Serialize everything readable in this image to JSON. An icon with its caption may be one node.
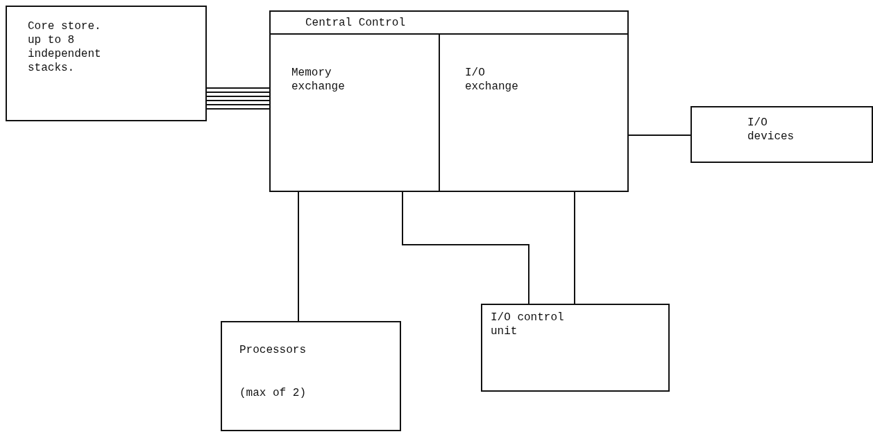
{
  "diagram": {
    "nodes": [
      {
        "text": [
          "Core store. up to 8 independent stacks."
        ]
      },
      {
        "text": [
          "Central Control"
        ]
      },
      {
        "text": [
          "Memory exchange"
        ],
        "in": 1
      },
      {
        "text": [
          "I/O exchange"
        ],
        "in": 1
      },
      {
        "text": [
          "I/O devices"
        ]
      },
      {
        "text": [
          "Processors",
          "(max of 2)"
        ]
      },
      {
        "text": [
          "I/O control unit"
        ]
      }
    ],
    "edges": [
      {
        "from": 0,
        "to": 2,
        "arrow": "none"
      },
      {
        "from": 0,
        "to": 2,
        "arrow": "none"
      },
      {
        "from": 0,
        "to": 2,
        "arrow": "none"
      },
      {
        "from": 0,
        "to": 2,
        "arrow": "none"
      },
      {
        "from": 0,
        "to": 2,
        "arrow": "none"
      },
      {
        "from": 0,
        "to": 2,
        "arrow": "none"
      },
      {
        "from": 3,
        "to": 4,
        "arrow": "none"
      },
      {
        "from": 2,
        "to": 5,
        "arrow": "none"
      },
      {
        "from": 2,
        "to": 6,
        "arrow": "none"
      },
      {
        "from": 3,
        "to": 6,
        "arrow": "none"
      }
    ]
  }
}
